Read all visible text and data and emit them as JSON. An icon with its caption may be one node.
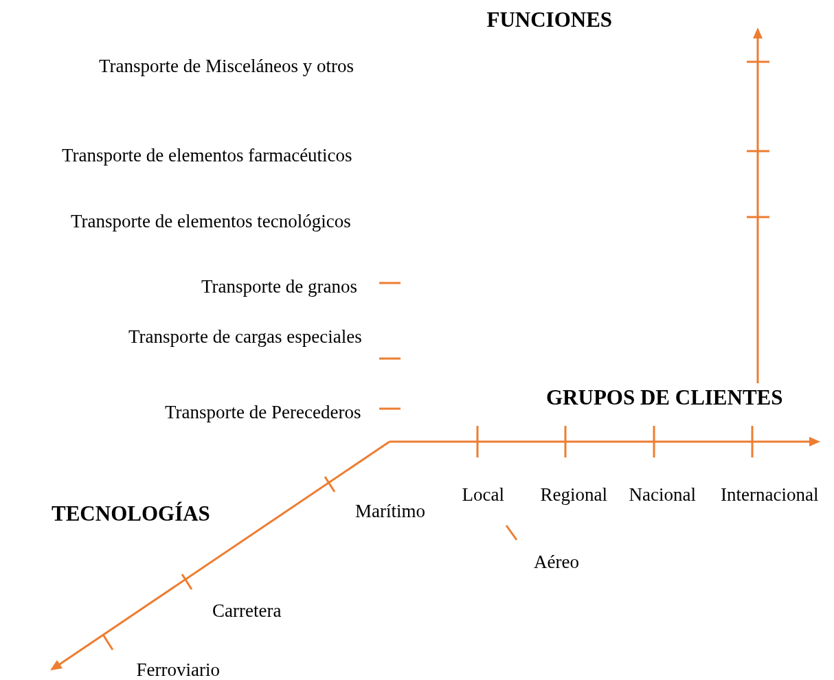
{
  "diagram": {
    "labels": [
      "FUNCIONES",
      "Transporte de Misceláneos y otros",
      "Transporte de elementos farmacéuticos",
      "Transporte de elementos tecnológicos",
      "Transporte de granos",
      "Transporte de cargas especiales",
      "GRUPOS DE CLIENTES",
      "Transporte de Perecederos",
      "Local",
      "Regional",
      "Nacional",
      "Internacional",
      "TECNOLOGÍAS",
      "Marítimo",
      "Aéreo",
      "Carretera",
      "Ferroviario"
    ]
  }
}
